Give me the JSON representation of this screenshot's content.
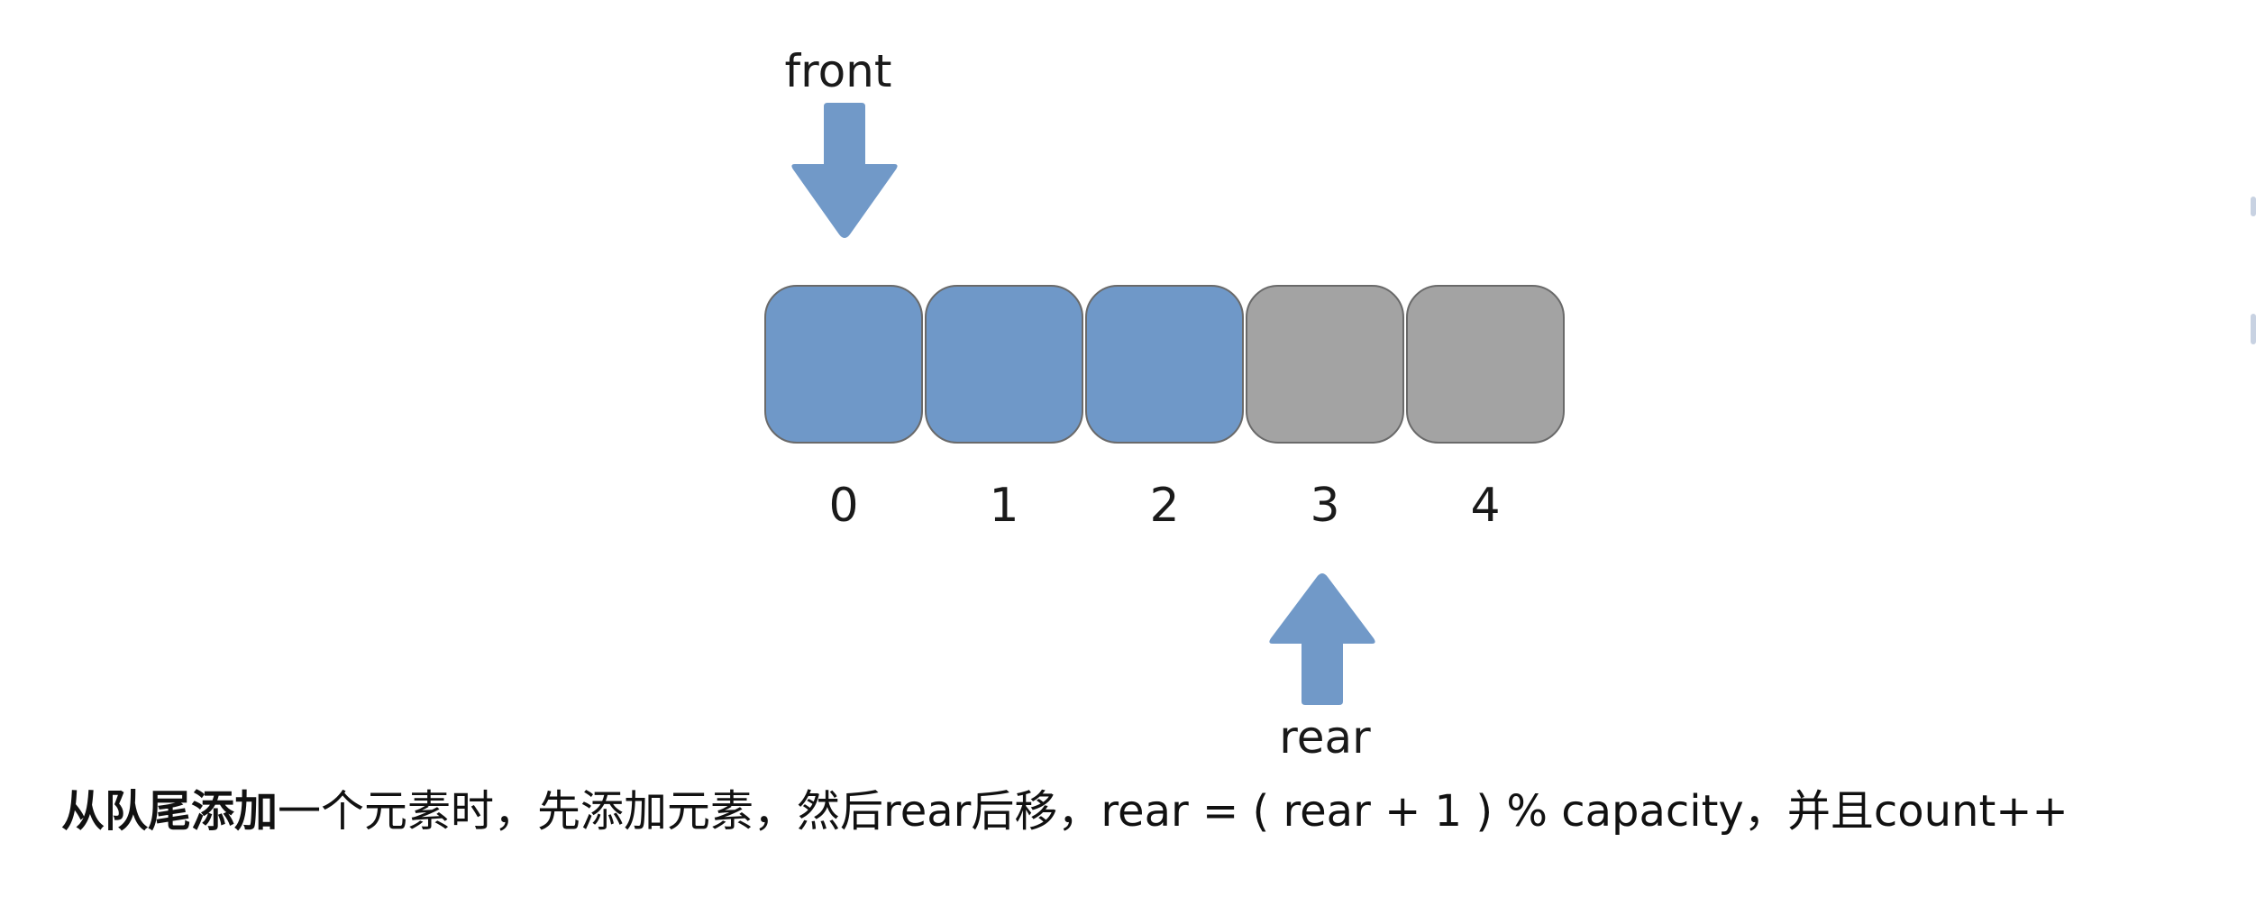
{
  "colors": {
    "filled": "#6f98c8",
    "empty": "#a3a3a3",
    "arrow": "#7199c8"
  },
  "front_label": "front",
  "rear_label": "rear",
  "cells": [
    {
      "index": "0",
      "state": "filled"
    },
    {
      "index": "1",
      "state": "filled"
    },
    {
      "index": "2",
      "state": "filled"
    },
    {
      "index": "3",
      "state": "empty"
    },
    {
      "index": "4",
      "state": "empty"
    }
  ],
  "caption": {
    "bold": "从队尾添加",
    "rest": "一个元素时，先添加元素，然后rear后移，rear = ( rear + 1 ) % capacity，并且count++"
  }
}
